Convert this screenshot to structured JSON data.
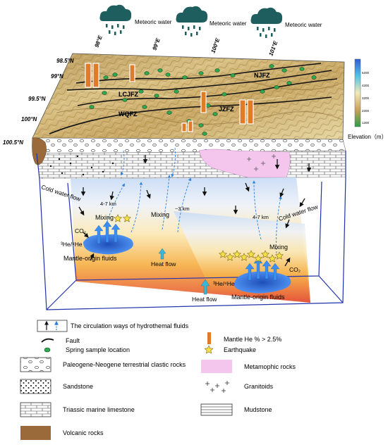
{
  "diagram": {
    "rain_labels": [
      "Meteoric water",
      "Meteoric water",
      "Meteoric water"
    ],
    "longitudes": [
      "98°E",
      "99°E",
      "100°E",
      "101°E"
    ],
    "latitudes": [
      "98.5°N",
      "99°N",
      "99.5°N",
      "100°N",
      "100.5°N"
    ],
    "faults": [
      "NJFZ",
      "LCJFZ",
      "WQFZ",
      "JZFZ"
    ],
    "elevation": {
      "title": "Elevation（m）",
      "ticks": [
        "5200",
        "4200",
        "3200",
        "2200",
        "1200"
      ]
    },
    "section_labels": {
      "cold_left": "Cold water flow",
      "cold_right": "Cold water flow",
      "depth_left": "4-7 km",
      "depth_mid": "~3 km",
      "depth_right": "4-7 km",
      "mixing_left": "Mixing",
      "mixing_mid": "Mixing",
      "mixing_right": "Mixing",
      "co2_left": "CO₂",
      "co2_right": "CO₂",
      "he_left": "³He/⁴He",
      "he_right": "³He/⁴He",
      "mantle_left": "Mantle-origin fluids",
      "mantle_right": "Mantle-origin fluids",
      "heat_mid": "Heat flow",
      "heat_bottom": "Heat flow"
    },
    "colors": {
      "spring": "#2fa84f",
      "mantle_he_bar": "#e07b2a",
      "metamorphic": "#f4c6ee",
      "volcanic": "#9a6a3a",
      "fluid_pool": "#2f6fd6",
      "frame": "#2233aa"
    }
  },
  "legend": {
    "circulation": "The circulation ways of hydrothemal fluids",
    "fault": "Fault",
    "spring": "Spring sample location",
    "mantle_he": "Mantle He % > 2.5%",
    "earthquake": "Earthquake",
    "paleogene": "Paleogene-Neogene terrestrial clastic rocks",
    "metamorphic": "Metamophic rocks",
    "sandstone": "Sandstone",
    "granitoids": "Granitoids",
    "limestone": "Triassic marine limestone",
    "mudstone": "Mudstone",
    "volcanic": "Volcanic rocks"
  }
}
